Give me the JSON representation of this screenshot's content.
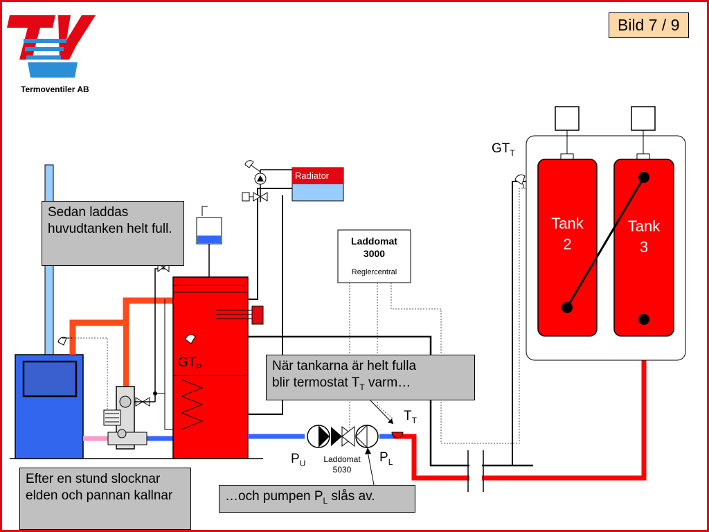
{
  "slide": {
    "badge": "Bild 7 / 9"
  },
  "logo": {
    "company": "Termoventiler AB"
  },
  "components": {
    "radiator": "Radiator",
    "controller_title_line1": "Laddomat",
    "controller_title_line2": "3000",
    "controller_sub": "Reglercentral",
    "tank2_line1": "Tank",
    "tank2_line2": "2",
    "tank3_line1": "Tank",
    "tank3_line2": "3",
    "laddomat_unit_line1": "Laddomat",
    "laddomat_unit_line2": "5030"
  },
  "labels": {
    "gt": "GT",
    "gt_t_sub": "T",
    "gt_p_sub": "P",
    "t": "T",
    "t_t_sub": "T",
    "p": "P",
    "p_u_sub": "U",
    "p_l_sub": "L"
  },
  "callouts": {
    "top_left": "Sedan laddas huvudtanken helt full.",
    "middle_line1": "När tankarna är helt fulla",
    "middle_line2_pre": "blir termostat T",
    "middle_line2_sub": "T",
    "middle_line2_post": " varm…",
    "bottom_left": "Efter en stund slocknar elden och pannan kallnar",
    "bottom_middle_pre": "…och pumpen P",
    "bottom_middle_sub": "L",
    "bottom_middle_post": " slås av."
  },
  "colors": {
    "frame": "#e30613",
    "tank_red": "#ff0000",
    "boiler_blue": "#3366ee",
    "pipe_blue": "#3366ff",
    "pipe_red": "#ff0000",
    "pipe_orange": "#ff4a1a",
    "pipe_pink": "#ff99cc",
    "callout_gray": "#c0c0c0",
    "badge_bg": "#ffd8a8",
    "radiator_water": "#99ccff"
  }
}
